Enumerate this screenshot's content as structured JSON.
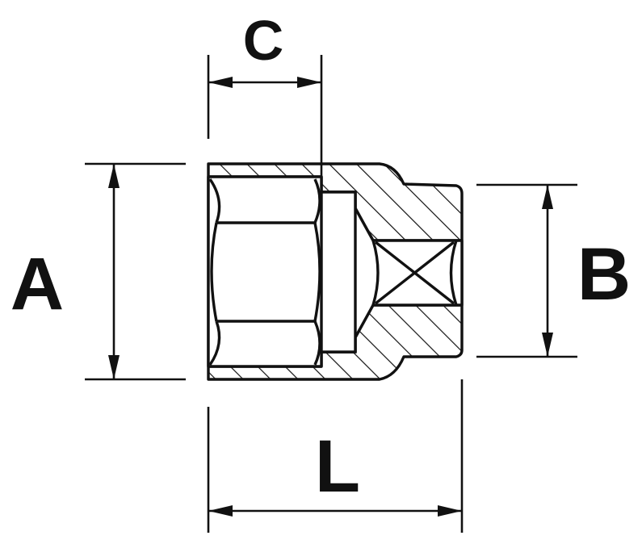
{
  "diagram": {
    "labels": {
      "a": "A",
      "b": "B",
      "c": "C",
      "l": "L"
    },
    "colors": {
      "line": "#111111",
      "background": "#ffffff"
    }
  }
}
